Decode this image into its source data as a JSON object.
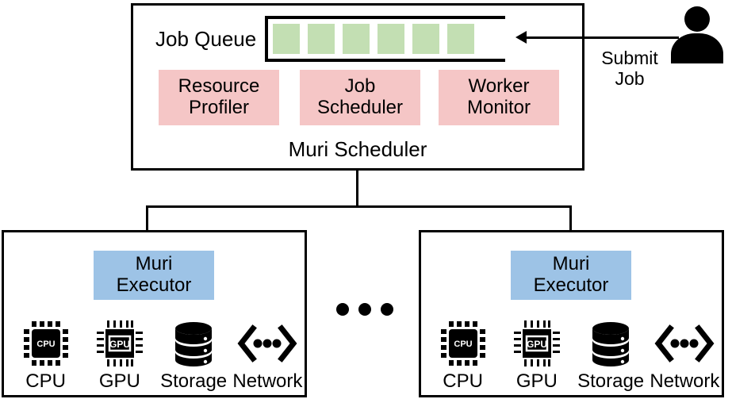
{
  "scheduler": {
    "caption": "Muri Scheduler",
    "queue_label": "Job Queue",
    "queue_jobs": [
      "job",
      "job",
      "job",
      "job",
      "job",
      "job"
    ],
    "queue_job_count": 6,
    "modules": [
      {
        "label": "Resource\nProfiler",
        "line1": "Resource",
        "line2": "Profiler"
      },
      {
        "label": "Job\nScheduler",
        "line1": "Job",
        "line2": "Scheduler"
      },
      {
        "label": "Worker\nMonitor",
        "line1": "Worker",
        "line2": "Monitor"
      }
    ]
  },
  "user": {
    "action_label": "Submit\nJob",
    "action_line1": "Submit",
    "action_line2": "Job",
    "icon": "person-icon",
    "arrow_icon": "arrow-left-icon"
  },
  "workers": [
    {
      "executor_line1": "Muri",
      "executor_line2": "Executor",
      "resources": [
        {
          "label": "CPU",
          "icon": "cpu-chip-icon",
          "chip_text": "CPU"
        },
        {
          "label": "GPU",
          "icon": "gpu-chip-icon",
          "chip_text": "GPU"
        },
        {
          "label": "Storage",
          "icon": "database-icon"
        },
        {
          "label": "Network",
          "icon": "network-icon"
        }
      ]
    },
    {
      "executor_line1": "Muri",
      "executor_line2": "Executor",
      "resources": [
        {
          "label": "CPU",
          "icon": "cpu-chip-icon",
          "chip_text": "CPU"
        },
        {
          "label": "GPU",
          "icon": "gpu-chip-icon",
          "chip_text": "GPU"
        },
        {
          "label": "Storage",
          "icon": "database-icon"
        },
        {
          "label": "Network",
          "icon": "network-icon"
        }
      ]
    }
  ],
  "ellipsis": {
    "dots": 3,
    "meaning": "more-workers"
  },
  "colors": {
    "queue_job": "#c3dfb3",
    "module_box": "#f5c6c6",
    "executor_box": "#9dc3e6",
    "stroke": "#000000",
    "background": "#ffffff"
  }
}
